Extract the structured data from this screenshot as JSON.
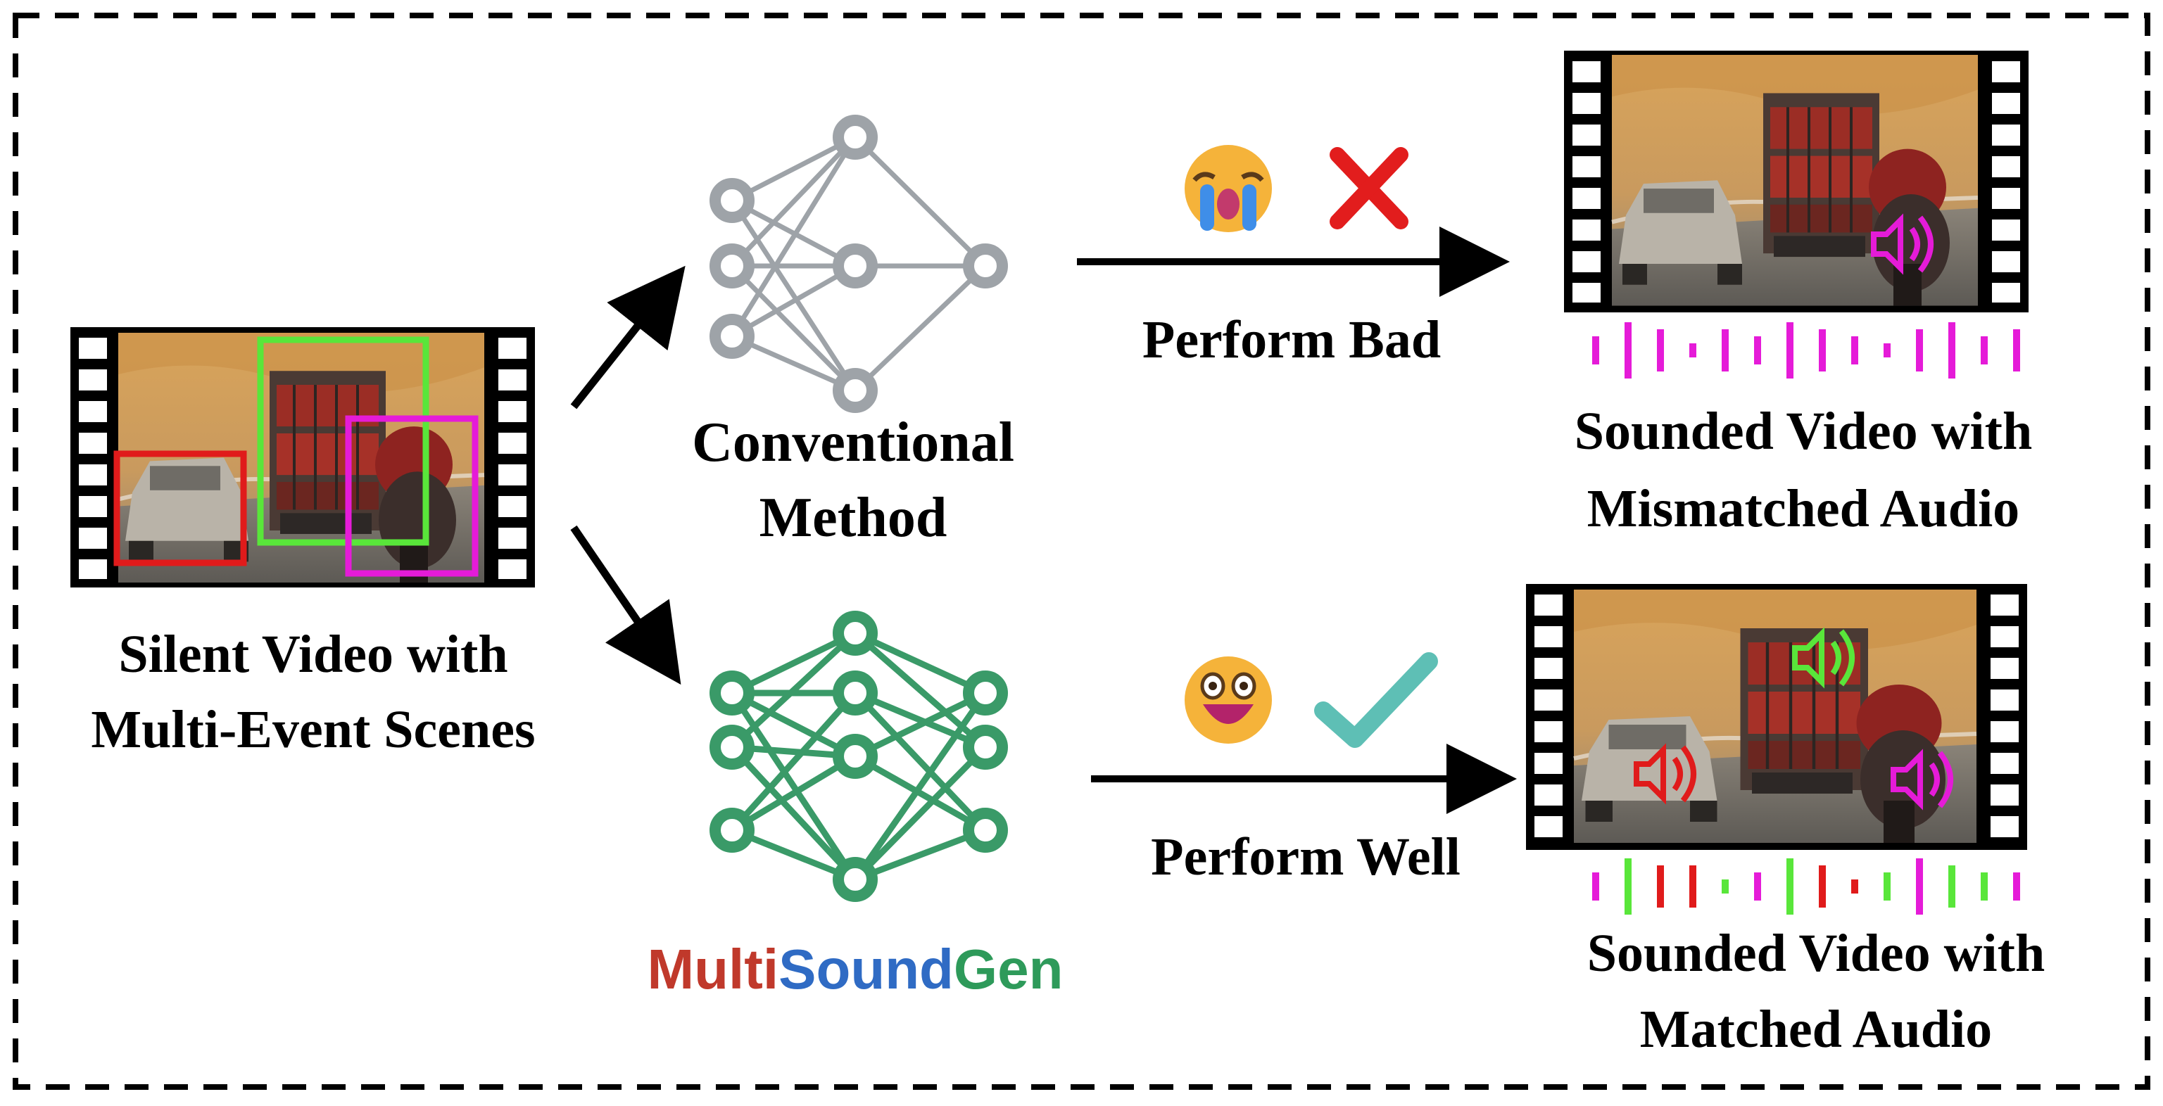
{
  "input": {
    "caption_line1": "Silent Video with",
    "caption_line2": "Multi-Event Scenes"
  },
  "conventional": {
    "label_line1": "Conventional",
    "label_line2": "Method",
    "node_color": "#9ea3a8",
    "result_label": "Perform Bad",
    "emoji": "crying-face",
    "mark": "cross-mark",
    "mark_color": "#e21d1d"
  },
  "proposed": {
    "brand_parts": [
      {
        "text": "Multi",
        "color": "#c0392b"
      },
      {
        "text": "Sound",
        "color": "#2f6bc4"
      },
      {
        "text": "Gen",
        "color": "#2e9a5a"
      }
    ],
    "node_color": "#3a9a68",
    "result_label": "Perform Well",
    "emoji": "grinning-face",
    "mark": "check-mark",
    "mark_color": "#5ebfb5"
  },
  "outputs": {
    "mismatched_line1": "Sounded Video with",
    "mismatched_line2": "Mismatched Audio",
    "matched_line1": "Sounded Video with",
    "matched_line2": "Matched Audio"
  },
  "event_colors": {
    "car": "#e01b1b",
    "truck": "#59e63a",
    "motorbike": "#e51bd8"
  }
}
